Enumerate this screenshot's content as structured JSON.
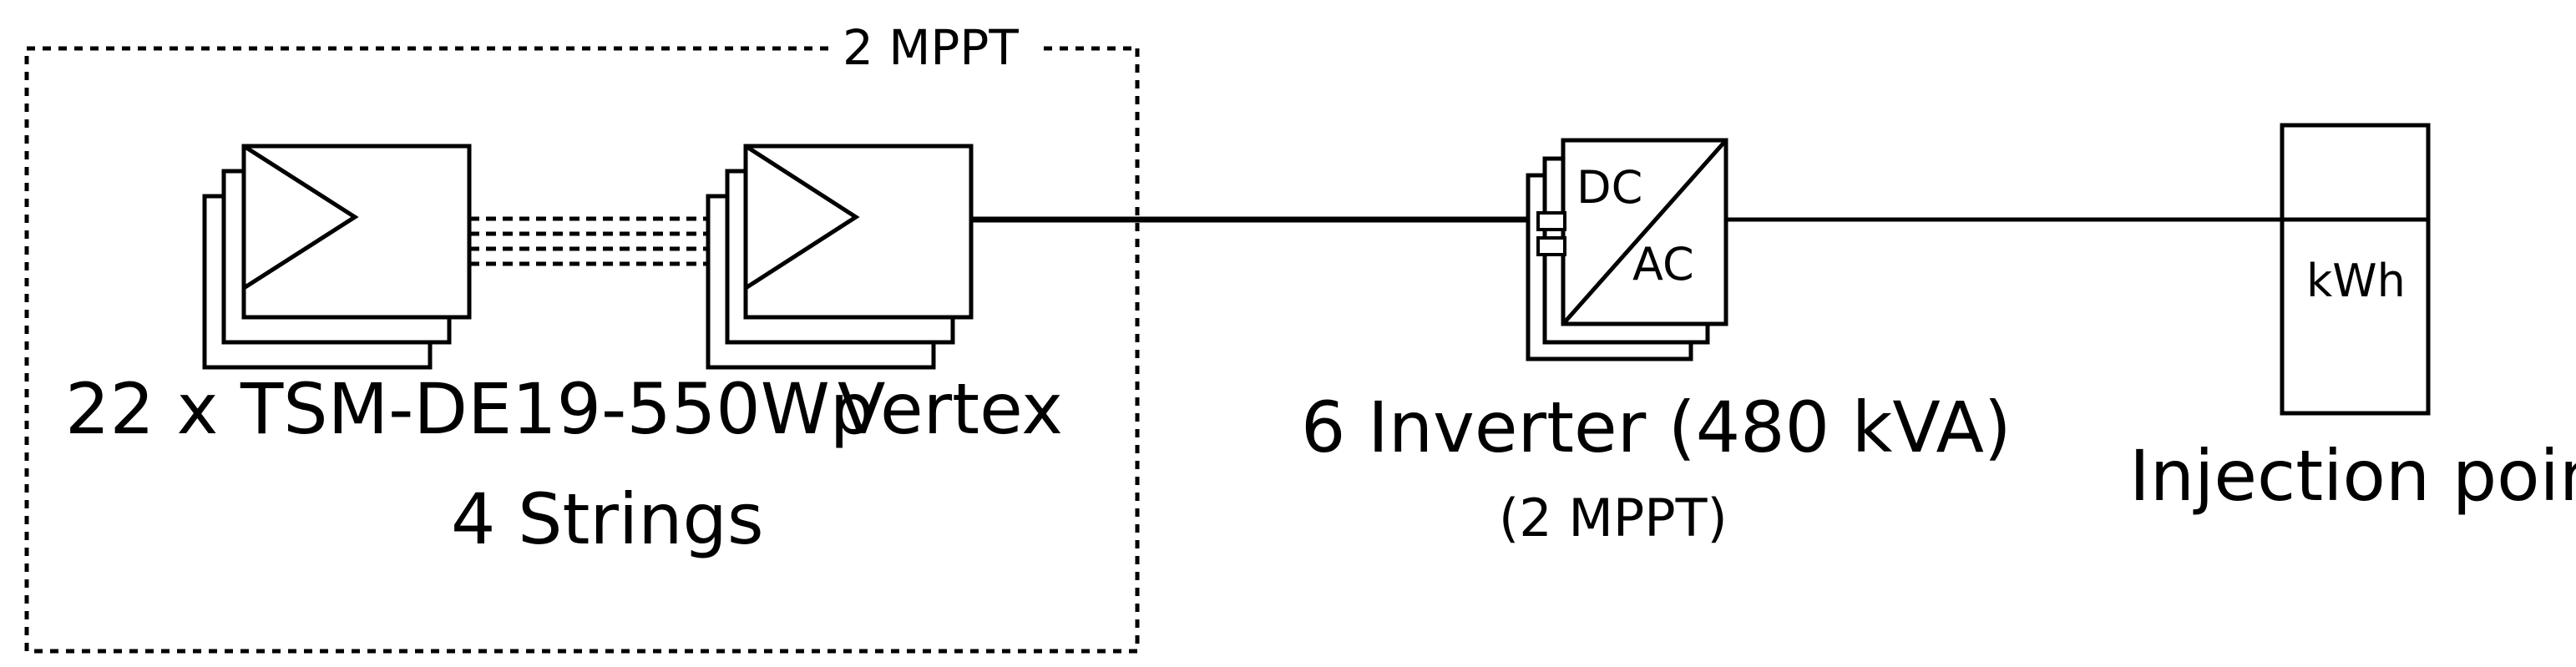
{
  "mppt_group": {
    "label": "2 MPPT"
  },
  "pv_modules": {
    "label": "22 x TSM-DE19-550Wp",
    "strings_label": "4 Strings",
    "end_label": "Vertex"
  },
  "inverter": {
    "box_dc": "DC",
    "box_ac": "AC",
    "label": "6 Inverter (480 kVA)",
    "sublabel": "(2 MPPT)"
  },
  "meter": {
    "box_label": "kWh",
    "label": "Injection point"
  },
  "colors": {
    "line": "#000000",
    "background": "#ffffff"
  }
}
